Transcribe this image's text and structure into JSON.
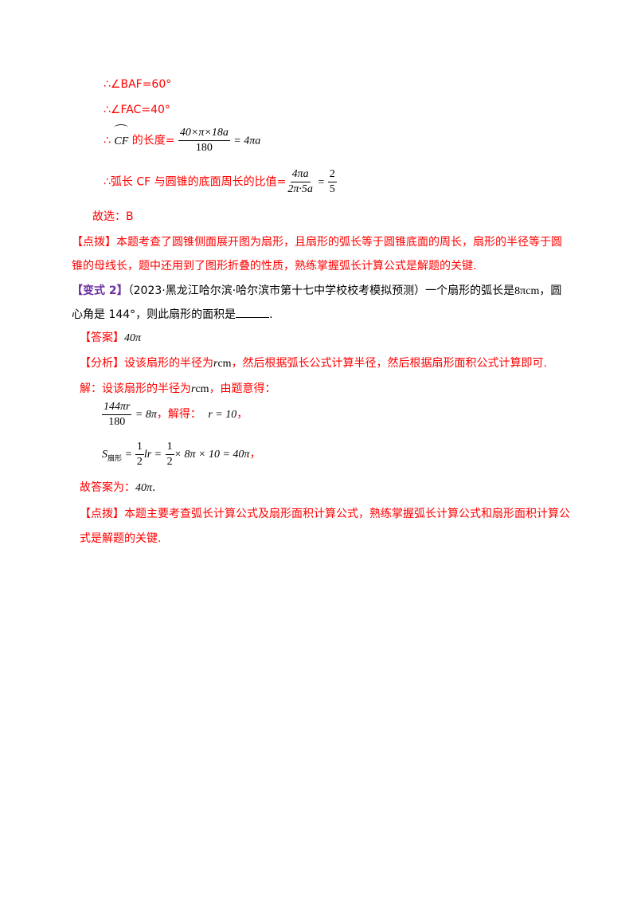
{
  "lines": {
    "l1": "∴∠BAF=60°",
    "l2": "∴∠FAC=40°",
    "l3_prefix": "∴",
    "l3_arc": "CF",
    "l3_text": "的长度=",
    "l3_num": "40×π×18a",
    "l3_den": "180",
    "l3_result": "= 4πa",
    "l4_text": "∴弧长 CF 与圆锥的底面周长的比值=",
    "l4_num": "4πa",
    "l4_den": "2π∙5a",
    "l4_eq": "=",
    "l4_num2": "2",
    "l4_den2": "5",
    "l5": "故选：B"
  },
  "note1": {
    "tag": "【点拨】",
    "line1": "本题考查了圆锥侧面展开图为扇形，且扇形的弧长等于圆锥底面的周长，扇形的半径等于圆",
    "line2": "锥的母线长，题中还用到了图形折叠的性质，熟练掌握弧长计算公式是解题的关键."
  },
  "variant": {
    "tag": "【变式 2】",
    "source": "（2023·黑龙江哈尔滨·哈尔滨市第十七中学校校考模拟预测）一个扇形的弧长是",
    "arc_value": "8πcm",
    "tail1": "，圆",
    "line2": "心角是 144°，则此扇形的面积是",
    "end": "."
  },
  "answer": {
    "tag": "【答案】",
    "value": "40π"
  },
  "analysis": {
    "tag": "【分析】",
    "pre": "设该扇形的半径为",
    "var": "r",
    "unit": "cm",
    "post": "，然后根据弧长公式计算半径，然后根据扇形面积公式计算即可."
  },
  "solution": {
    "pre": "解：设该扇形的半径为",
    "var": "r",
    "unit": "cm",
    "post": "，由题意得：",
    "eq1_num": "144πr",
    "eq1_den": "180",
    "eq1_rhs": "= 8π",
    "eq1_mid": "，解得：",
    "eq1_result": "r = 10",
    "eq1_comma": "，",
    "eq2_lhs": "S",
    "eq2_sub": "扇形",
    "eq2_eq": "=",
    "eq2_num1": "1",
    "eq2_den1": "2",
    "eq2_lr": "lr =",
    "eq2_num2": "1",
    "eq2_den2": "2",
    "eq2_rest": "× 8π × 10 = 40π",
    "eq2_comma": "，"
  },
  "final": {
    "pre": "故答案为：",
    "value": "40π",
    "end": "."
  },
  "note2": {
    "tag": "【点拨】",
    "line1": "本题主要考查弧长计算公式及扇形面积计算公式，熟练掌握弧长计算公式和扇形面积计算公",
    "line2": "式是解题的关键."
  }
}
